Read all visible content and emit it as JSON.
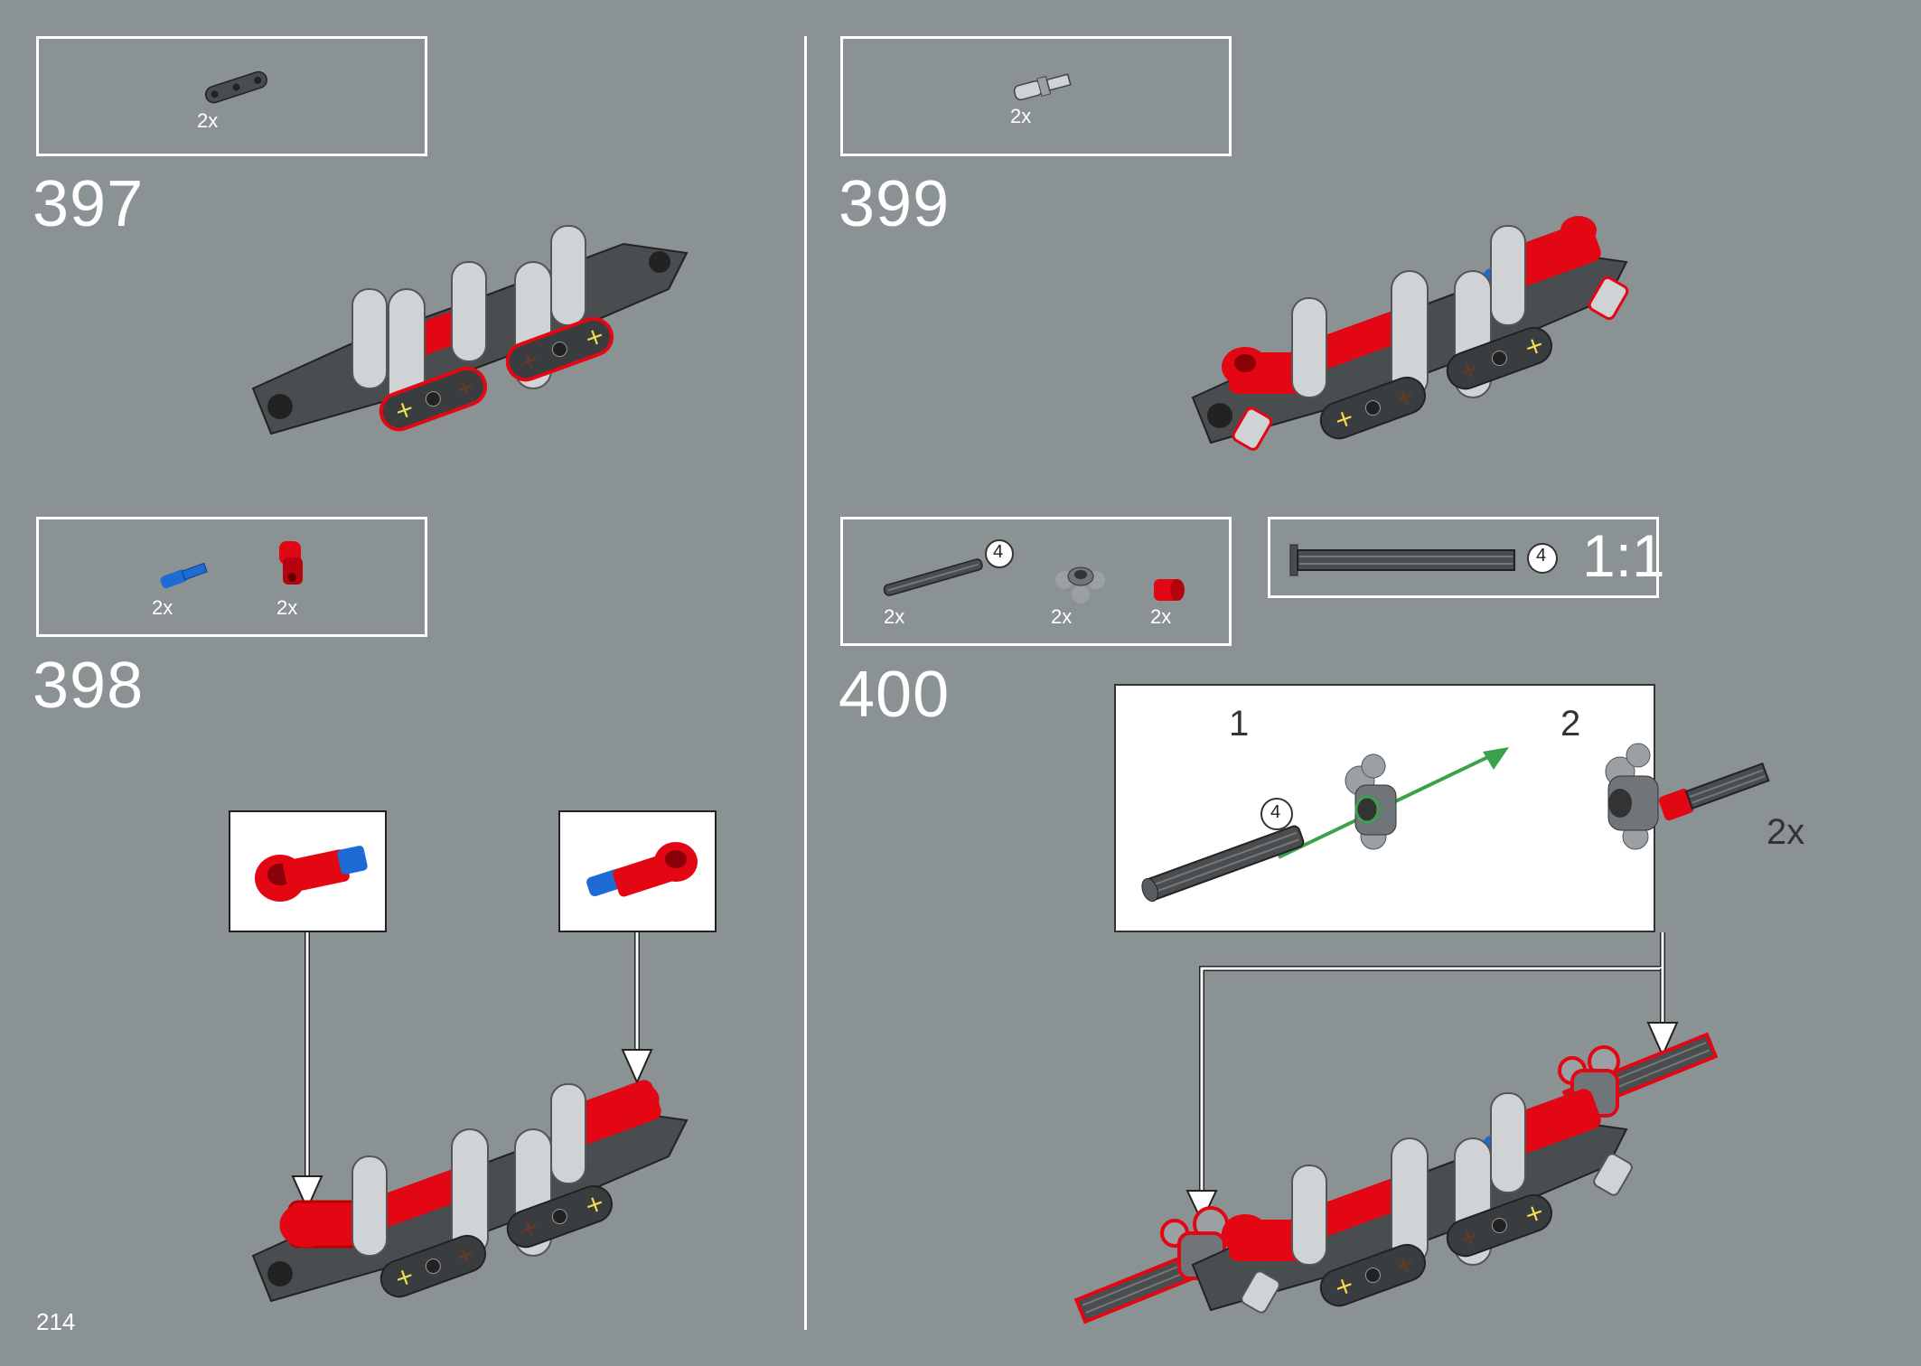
{
  "page": {
    "number": "214"
  },
  "colors": {
    "background": "#8a9294",
    "red": "#e30613",
    "dark_gray": "#4a4d50",
    "light_gray": "#cfd3d5",
    "blue": "#1e6bd6",
    "yellow": "#f4e04d",
    "brown": "#6b3a1f",
    "green_arrow": "#3aa34a"
  },
  "steps": [
    {
      "number": "397",
      "parts": [
        {
          "icon": "liftarm-1x3-icon",
          "qty": "2x"
        }
      ]
    },
    {
      "number": "398",
      "parts": [
        {
          "icon": "blue-axle-pin-icon",
          "qty": "2x"
        },
        {
          "icon": "red-pin-connector-icon",
          "qty": "2x"
        }
      ]
    },
    {
      "number": "399",
      "parts": [
        {
          "icon": "pin-with-axle-icon",
          "qty": "2x"
        }
      ]
    },
    {
      "number": "400",
      "parts": [
        {
          "icon": "axle-4-icon",
          "qty": "2x",
          "length": "4"
        },
        {
          "icon": "ball-connector-icon",
          "qty": "2x"
        },
        {
          "icon": "red-bushing-icon",
          "qty": "2x"
        }
      ],
      "scale_reference": {
        "length": "4",
        "ratio": "1:1"
      },
      "substeps": [
        {
          "label": "1",
          "axle_length": "4"
        },
        {
          "label": "2"
        }
      ],
      "callout_qty": "2x"
    }
  ]
}
